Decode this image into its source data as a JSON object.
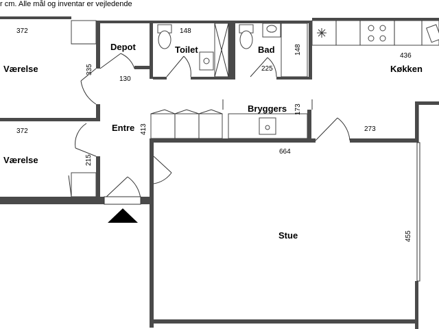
{
  "note": "r cm. Alle mål og inventar er vejledende",
  "rooms": {
    "vaerelse_top": "Værelse",
    "vaerelse_bottom": "Værelse",
    "depot": "Depot",
    "toilet": "Toilet",
    "bad": "Bad",
    "koekken": "Køkken",
    "entre": "Entre",
    "bryggers": "Bryggers",
    "stue": "Stue"
  },
  "dimensions": {
    "d372a": "372",
    "d372b": "372",
    "d148a": "148",
    "d148b": "148",
    "d436": "436",
    "d335": "335",
    "d130": "130",
    "d225": "225",
    "d413": "413",
    "d173": "173",
    "d273": "273",
    "d664": "664",
    "d215": "215",
    "d455": "455"
  },
  "icons": {
    "entrance": "entrance-arrow-icon",
    "hob": "stove-hob-icon",
    "ceiling_light": "ceiling-light-icon"
  },
  "colors": {
    "wall": "#4a4a4a",
    "line": "#333333"
  }
}
